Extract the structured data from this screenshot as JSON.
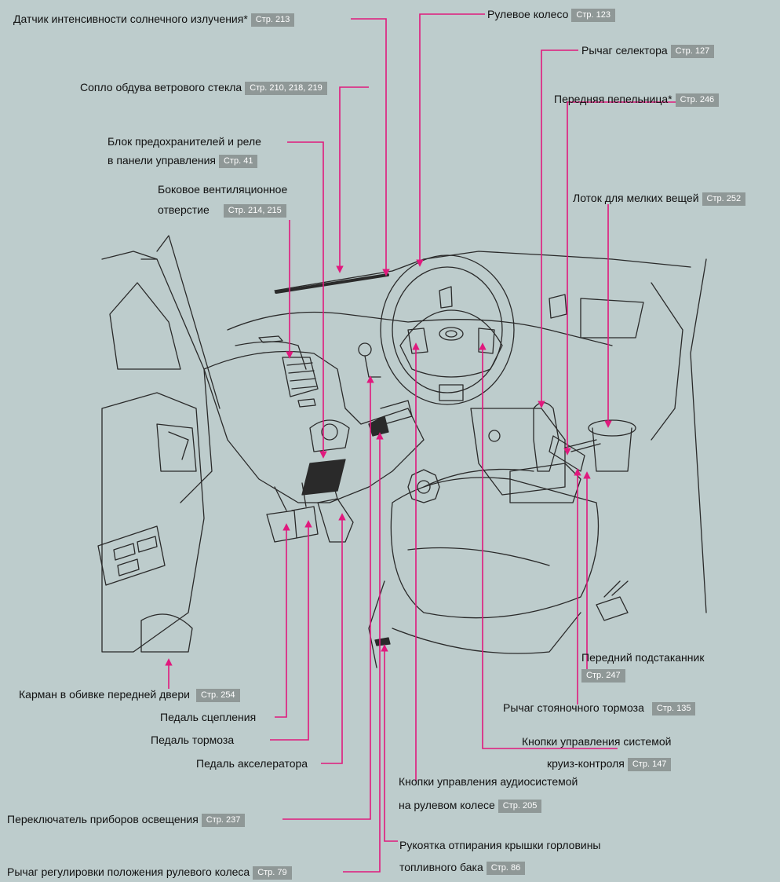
{
  "colors": {
    "background": "#bdcccc",
    "leader": "#e0197d",
    "ref_badge": "#8f9897",
    "linework": "#2a2a2a"
  },
  "labels": {
    "sun_sensor": {
      "text": "Датчик интенсивности солнечного излучения*",
      "ref": "Стр. 213"
    },
    "steering_wheel": {
      "text": "Рулевое колесо",
      "ref": "Стр. 123"
    },
    "selector_lever": {
      "text": "Рычаг селектора",
      "ref": "Стр. 127"
    },
    "windshield_nozzle": {
      "text": "Сопло обдува ветрового стекла",
      "ref": "Стр. 210, 218, 219"
    },
    "front_ashtray": {
      "text": "Передняя пепельница*",
      "ref": "Стр. 246"
    },
    "fuse_box": {
      "line1": "Блок предохранителей и реле",
      "line2": "в панели управления",
      "ref": "Стр. 41"
    },
    "side_vent": {
      "line1": "Боковое вентиляционное",
      "line2": "отверстие",
      "ref": "Стр. 214, 215"
    },
    "small_tray": {
      "text": "Лоток для мелких вещей",
      "ref": "Стр. 252"
    },
    "cup_holder": {
      "text": "Передний подстаканник",
      "ref": "Стр. 247"
    },
    "door_pocket": {
      "text": "Карман в обивке передней двери",
      "ref": "Стр. 254"
    },
    "clutch_pedal": {
      "text": "Педаль сцепления"
    },
    "brake_pedal": {
      "text": "Педаль тормоза"
    },
    "accelerator_pedal": {
      "text": "Педаль акселератора"
    },
    "parking_brake": {
      "text": "Рычаг стояночного тормоза",
      "ref": "Стр. 135"
    },
    "cruise_buttons": {
      "line1": "Кнопки управления системой",
      "line2": "круиз-контроля",
      "ref": "Стр. 147"
    },
    "audio_buttons": {
      "line1": "Кнопки управления аудиосистемой",
      "line2": "на рулевом колесе",
      "ref": "Стр. 205"
    },
    "light_switch": {
      "text": "Переключатель приборов освещения",
      "ref": "Стр. 237"
    },
    "fuel_release": {
      "line1": "Рукоятка отпирания крышки горловины",
      "line2": "топливного бака",
      "ref": "Стр. 86"
    },
    "tilt_lever": {
      "text": "Рычаг регулировки положения рулевого колеса",
      "ref": "Стр. 79"
    }
  }
}
